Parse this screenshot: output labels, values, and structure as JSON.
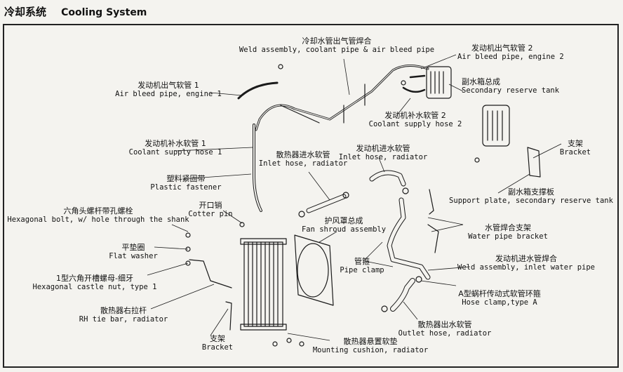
{
  "header": {
    "title_zh": "冷却系统",
    "title_en": "Cooling System"
  },
  "labels": {
    "weld_coolant": {
      "zh": "冷却水管出气管焊合",
      "en": "Weld assembly, coolant pipe & air bleed pipe"
    },
    "air_bleed_2": {
      "zh": "发动机出气软管 2",
      "en": "Air bleed pipe, engine 2"
    },
    "reserve_tank": {
      "zh": "副水箱总成",
      "en": "Secondary reserve tank"
    },
    "air_bleed_1": {
      "zh": "发动机出气软管 1",
      "en": "Air bleed pipe, engine 1"
    },
    "coolant_supply_2": {
      "zh": "发动机补水软管 2",
      "en": "Coolant supply hose 2"
    },
    "bracket_top": {
      "zh": "支架",
      "en": "Bracket"
    },
    "coolant_supply_1": {
      "zh": "发动机补水软管 1",
      "en": "Coolant supply hose 1"
    },
    "inlet_hose_radiator": {
      "zh": "散热器进水软管",
      "en": "Inlet hose, radiator"
    },
    "inlet_hose_radiator_2": {
      "zh": "发动机进水软管",
      "en": "Inlet hose, radiator"
    },
    "plastic_fastener": {
      "zh": "塑料紧固带",
      "en": "Plastic fastener"
    },
    "support_plate": {
      "zh": "副水箱支撑板",
      "en": "Support plate, secondary reserve tank"
    },
    "hex_bolt": {
      "zh": "六角头螺杆带孔螺栓",
      "en": "Hexagonal bolt, w/ hole through the shank"
    },
    "cotter_pin": {
      "zh": "开口销",
      "en": "Cotter pin"
    },
    "fan_shroud": {
      "zh": "护风罩总成",
      "en": "Fan shroud assembly"
    },
    "water_pipe_bracket": {
      "zh": "水管焊合支架",
      "en": "Water pipe bracket"
    },
    "flat_washer": {
      "zh": "平垫圈",
      "en": "Flat washer"
    },
    "weld_inlet": {
      "zh": "发动机进水管焊合",
      "en": "Weld assembly, inlet water pipe"
    },
    "castle_nut": {
      "zh": "1型六角开槽螺母-细牙",
      "en": "Hexagonal castle nut, type 1"
    },
    "pipe_clamp": {
      "zh": "管箍",
      "en": "Pipe clamp"
    },
    "hose_clamp": {
      "zh": "A型蜗杆传动式软管环箍",
      "en": "Hose clamp,type A"
    },
    "tie_bar": {
      "zh": "散热器右拉杆",
      "en": "RH tie bar, radiator"
    },
    "outlet_hose": {
      "zh": "散热器出水软管",
      "en": "Outlet hose, radiator"
    },
    "bracket_bottom": {
      "zh": "支架",
      "en": "Bracket"
    },
    "mounting_cushion": {
      "zh": "散热器悬置软垫",
      "en": "Mounting cushion, radiator"
    }
  }
}
